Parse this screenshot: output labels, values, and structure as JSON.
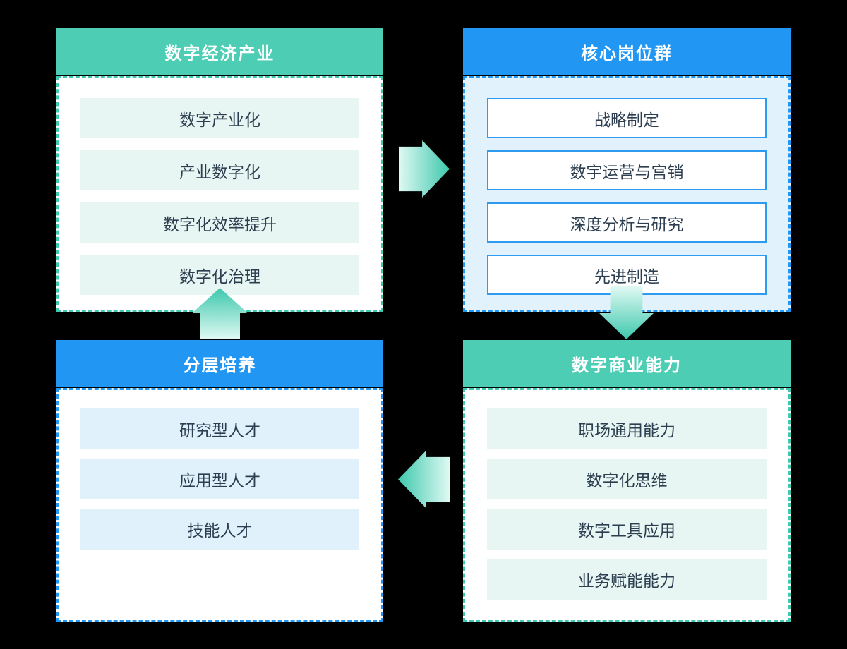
{
  "page": {
    "background": "#000000"
  },
  "colors": {
    "green_header": "#4CCDB4",
    "blue_header": "#2196F3",
    "mint_item_bg": "#E7F6F2",
    "light_blue_item_bg": "#E1F1FC",
    "light_blue_body_bg": "#E2F2FD",
    "outlined_item_border": "#2E9BF0",
    "item_text": "#2C3E50",
    "teal_dash_border": "#3EC8AD",
    "blue_dash_border": "#2196F3",
    "arrow_gradient_light": "#DFF9F3",
    "arrow_gradient_teal": "#3EC8AD"
  },
  "boxes": {
    "top_left": {
      "title": "数字经济产业",
      "items": [
        "数字产业化",
        "产业数字化",
        "数字化效率提升",
        "数字化治理"
      ]
    },
    "top_right": {
      "title": "核心岗位群",
      "items": [
        "战略制定",
        "数宇运营与宫销",
        "深度分析与研究",
        "先进制造"
      ]
    },
    "bottom_left": {
      "title": "分层培养",
      "items": [
        "研究型人才",
        "应用型人才",
        "技能人才"
      ]
    },
    "bottom_right": {
      "title": "数字商业能力",
      "items": [
        "职场通用能力",
        "数字化思维",
        "数字工具应用",
        "业务赋能能力"
      ]
    }
  },
  "arrows": {
    "right": "top-left to top-right",
    "down": "top-right to bottom-right",
    "left": "bottom-right to bottom-left",
    "up": "bottom-left to top-left"
  }
}
